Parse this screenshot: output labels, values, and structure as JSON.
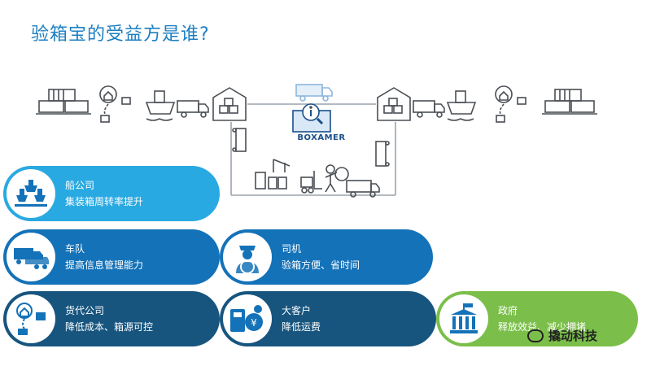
{
  "title": "验箱宝的受益方是谁?",
  "diagram": {
    "brand_label": "BOXAMER"
  },
  "beneficiaries": [
    {
      "name": "船公司",
      "desc": "集装箱周转率提升",
      "icon": "ships-icon",
      "color": "#29a9e1"
    },
    {
      "name": "车队",
      "desc": "提高信息管理能力",
      "icon": "trucks-icon",
      "color": "#1472b8"
    },
    {
      "name": "司机",
      "desc": "验箱方便、省时间",
      "icon": "driver-icon",
      "color": "#1472b8"
    },
    {
      "name": "货代公司",
      "desc": "降低成本、箱源可控",
      "icon": "forwarder-icon",
      "color": "#17557f"
    },
    {
      "name": "大客户",
      "desc": "降低运费",
      "icon": "client-icon",
      "color": "#17557f"
    },
    {
      "name": "政府",
      "desc": "释放效益、减少拥堵",
      "icon": "government-icon",
      "color": "#7bbf4a"
    }
  ],
  "watermark": "撬动科技"
}
